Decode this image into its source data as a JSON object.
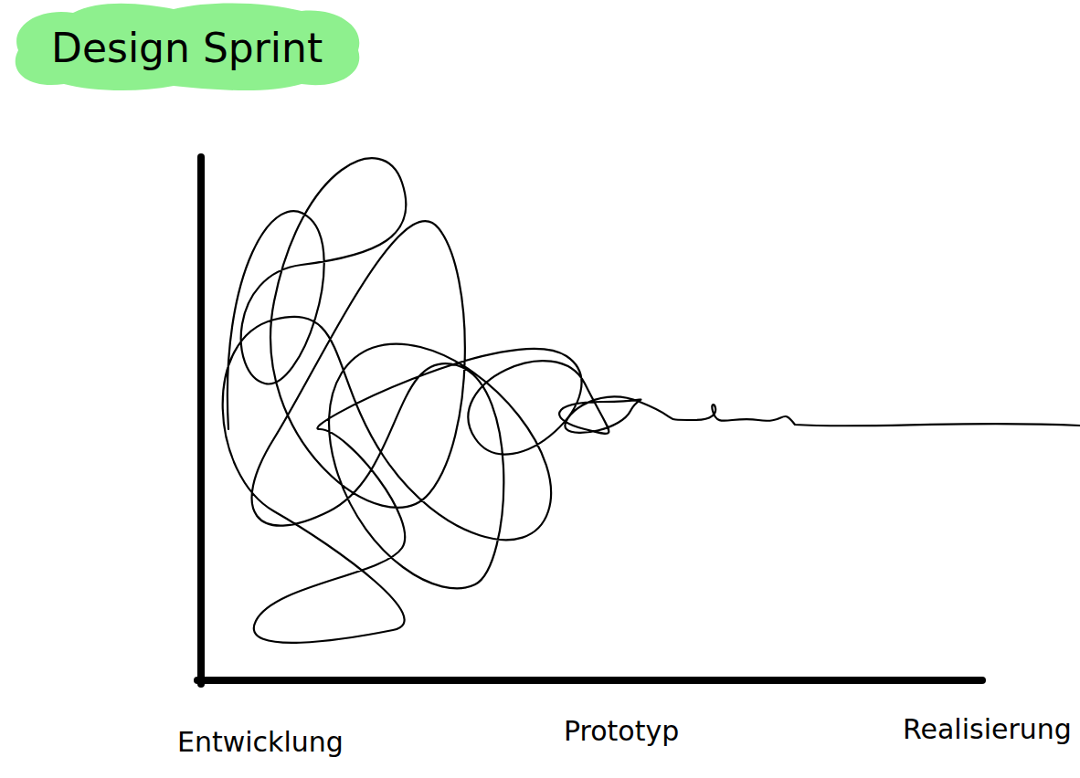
{
  "diagram": {
    "title": "Design Sprint",
    "labels": [
      "Entwicklung",
      "Prototyp",
      "Realisierung"
    ]
  }
}
